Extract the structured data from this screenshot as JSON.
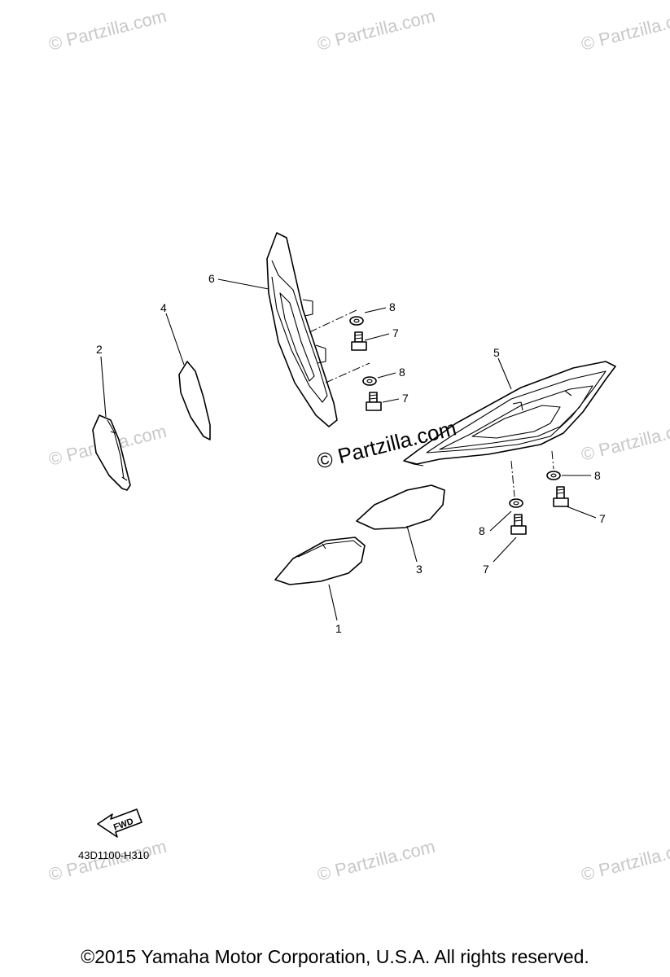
{
  "watermark": "© Partzilla.com",
  "watermark_center": "© Partzilla.com",
  "callouts": {
    "c1": "1",
    "c2": "2",
    "c3": "3",
    "c4": "4",
    "c5": "5",
    "c6": "6",
    "c7a": "7",
    "c7b": "7",
    "c7c": "7",
    "c7d": "7",
    "c8a": "8",
    "c8b": "8",
    "c8c": "8",
    "c8d": "8"
  },
  "fwd_label": "FWD",
  "drawing_code": "43D1100-H310",
  "copyright": "©2015  Yamaha Motor Corporation, U.S.A. All rights reserved."
}
